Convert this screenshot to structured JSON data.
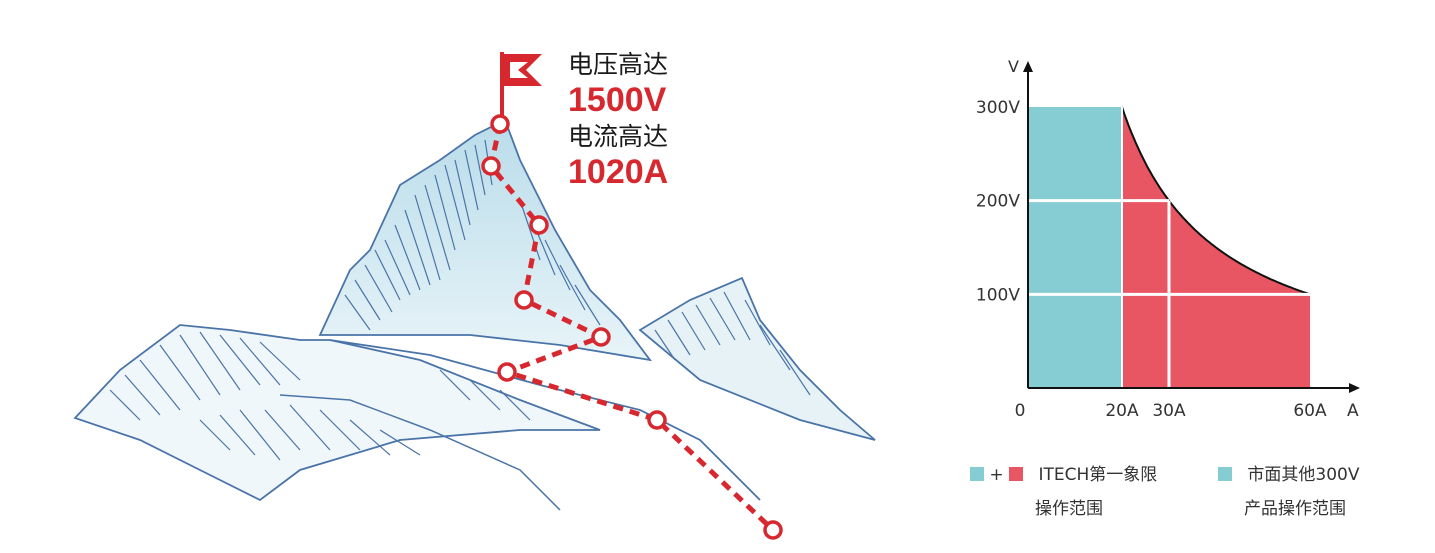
{
  "headline": {
    "voltage_label": "电压高达",
    "voltage_value": "1500V",
    "current_label": "电流高达",
    "current_value": "1020A"
  },
  "colors": {
    "itech_red": "#e85563",
    "market_teal": "#86ccd3",
    "path_red": "#d7282f",
    "sketch_blue": "#4a74a8"
  },
  "chart_data": {
    "type": "area",
    "xlabel": "A",
    "ylabel": "V",
    "x_ticks": [
      "0",
      "20A",
      "30A",
      "60A"
    ],
    "y_ticks": [
      "100V",
      "200V",
      "300V"
    ],
    "xlim": [
      0,
      70
    ],
    "ylim": [
      0,
      330
    ],
    "grid": false,
    "series": [
      {
        "name": "市面其他300V产品操作范围",
        "color": "#86ccd3",
        "shape": "rectangle",
        "x_range": [
          0,
          20
        ],
        "y_range": [
          0,
          300
        ]
      },
      {
        "name": "ITECH第一象限操作范围",
        "color": "#e85563",
        "shape": "constant-power",
        "power_W": 6000,
        "x_range": [
          20,
          60
        ],
        "v_max": 300
      }
    ],
    "reference_lines": [
      {
        "axis": "y",
        "value": 100,
        "from_x": 0,
        "to_x": 60
      },
      {
        "axis": "y",
        "value": 200,
        "from_x": 0,
        "to_x": 30
      },
      {
        "axis": "x",
        "value": 30,
        "from_y": 0,
        "to_y": 200
      }
    ],
    "legend": [
      {
        "symbol": "teal+red",
        "plus": "+",
        "label": "ITECH第一象限",
        "label2": "操作范围"
      },
      {
        "symbol": "teal",
        "label": "市面其他300V",
        "label2": "产品操作范围"
      }
    ]
  }
}
